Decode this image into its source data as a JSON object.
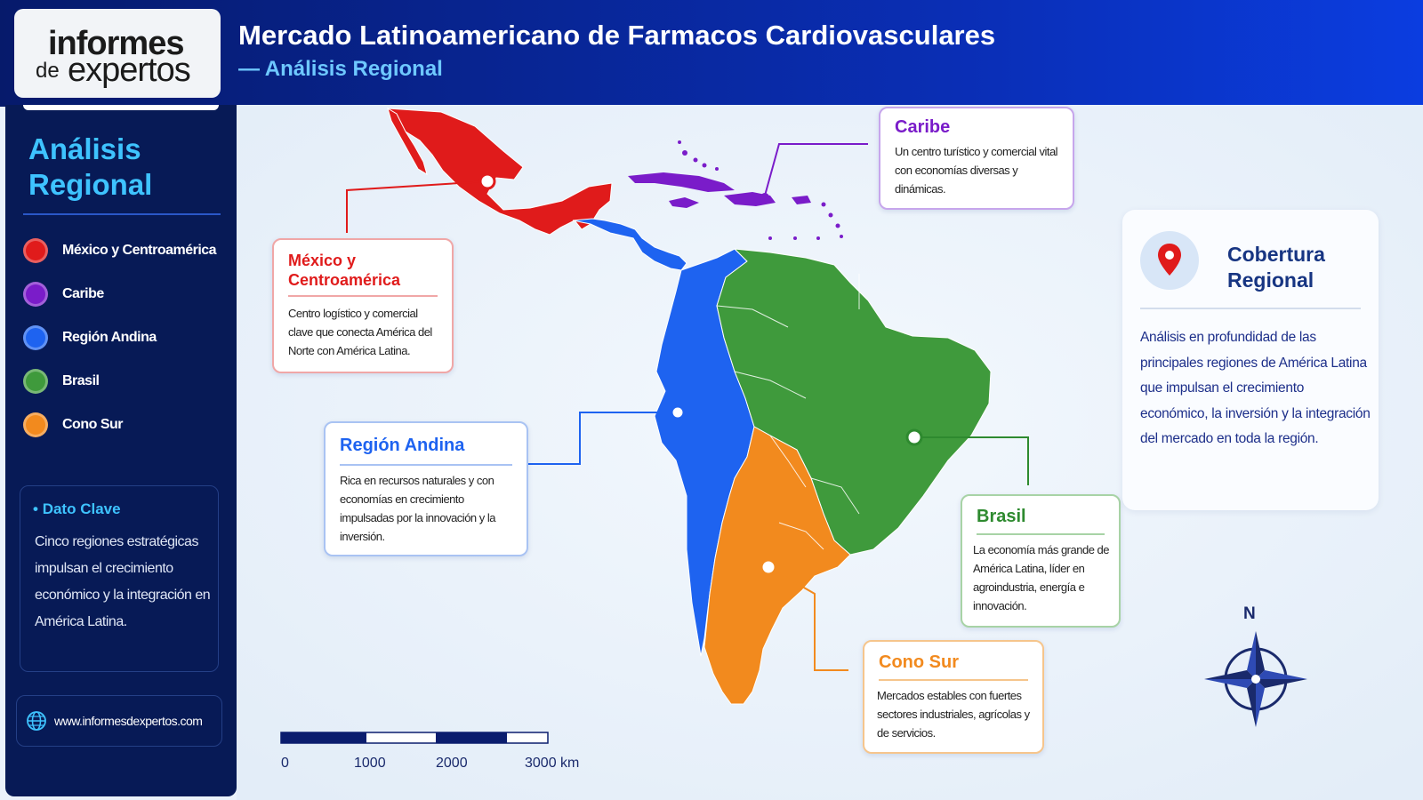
{
  "header": {
    "logo_line1": "informes",
    "logo_line2a": "de",
    "logo_line2b": "expertos",
    "title": "Mercado Latinoamericano de Farmacos Cardiovasculares",
    "subtitle": "— Análisis Regional"
  },
  "sidebar": {
    "title": "Análisis Regional",
    "legend": [
      {
        "label": "México y Centroamérica",
        "color": "#e01b1b"
      },
      {
        "label": "Caribe",
        "color": "#7a1cc9"
      },
      {
        "label": "Región Andina",
        "color": "#1e63f0"
      },
      {
        "label": "Brasil",
        "color": "#3f9a3c"
      },
      {
        "label": "Cono Sur",
        "color": "#f28a1e"
      }
    ],
    "key_title": "Dato Clave",
    "key_text": "Cinco regiones estratégicas impulsan el crecimiento económico y la integración en América Latina.",
    "website": "www.informesdexpertos.com"
  },
  "callouts": {
    "mexico": {
      "title": "México y Centroamérica",
      "text": "Centro logístico y comercial clave que conecta América del Norte con América Latina.",
      "color": "#e01b1b"
    },
    "caribe": {
      "title": "Caribe",
      "text": "Un centro turístico y comercial vital con economías diversas y dinámicas.",
      "color": "#7a1cc9"
    },
    "andina": {
      "title": "Región Andina",
      "text": "Rica en recursos naturales y con economías en crecimiento impulsadas por la innovación y la inversión.",
      "color": "#1e63f0"
    },
    "brasil": {
      "title": "Brasil",
      "text": "La economía más grande de América Latina, líder en agroindustria, energía e innovación.",
      "color": "#2e8a2f"
    },
    "conosur": {
      "title": "Cono Sur",
      "text": "Mercados estables con fuertes sectores industriales, agrícolas y de servicios.",
      "color": "#f28a1e"
    }
  },
  "coverage": {
    "title": "Cobertura Regional",
    "text": "Análisis en profundidad de las principales regiones de América Latina que impulsan el crecimiento económico, la inversión y la integración del mercado en toda la región."
  },
  "scale": {
    "labels": [
      "0",
      "1000",
      "2000",
      "3000 km"
    ]
  },
  "compass": {
    "north": "N"
  }
}
